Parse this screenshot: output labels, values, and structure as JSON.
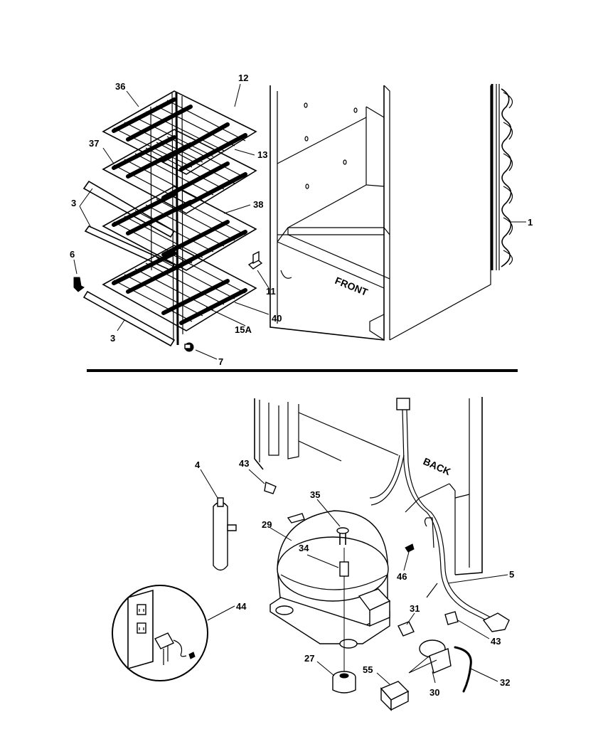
{
  "labels": {
    "front": "FRONT",
    "back": "BACK"
  },
  "callouts": [
    "36",
    "12",
    "13",
    "37",
    "38",
    "3",
    "1",
    "6",
    "11",
    "40",
    "15A",
    "3",
    "7",
    "4",
    "43",
    "35",
    "29",
    "34",
    "46",
    "5",
    "44",
    "31",
    "43",
    "27",
    "55",
    "30",
    "32"
  ]
}
